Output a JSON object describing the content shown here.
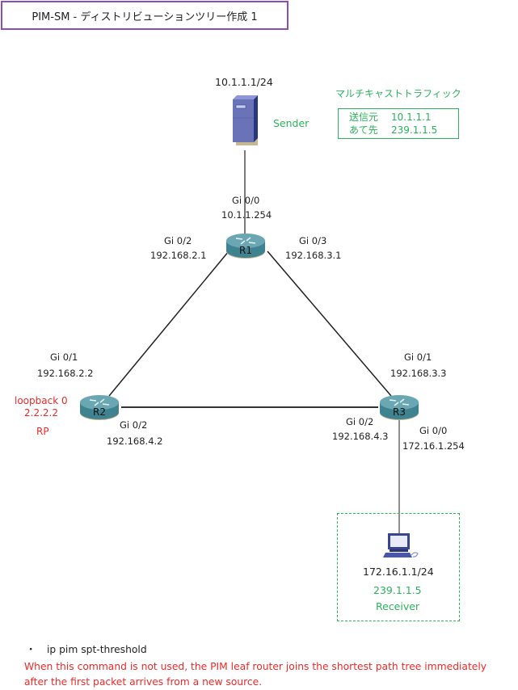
{
  "title": "PIM-SM - ディストリビューションツリー作成 1",
  "sender": {
    "ip": "10.1.1.1/24",
    "label": "Sender"
  },
  "traffic": {
    "heading": "マルチキャストトラフィック",
    "rows": [
      {
        "key": "送信元",
        "value": "10.1.1.1"
      },
      {
        "key": "あて先",
        "value": "239.1.1.5"
      }
    ]
  },
  "routers": {
    "r1": {
      "name": "R1",
      "gi00_if": "Gi 0/0",
      "gi00_ip": "10.1.1.254",
      "gi02_if": "Gi 0/2",
      "gi02_ip": "192.168.2.1",
      "gi03_if": "Gi 0/3",
      "gi03_ip": "192.168.3.1"
    },
    "r2": {
      "name": "R2",
      "gi01_if": "Gi 0/1",
      "gi01_ip": "192.168.2.2",
      "gi02_if": "Gi 0/2",
      "gi02_ip": "192.168.4.2",
      "loopback_label": "loopback 0",
      "loopback_ip": "2.2.2.2",
      "role": "RP"
    },
    "r3": {
      "name": "R3",
      "gi01_if": "Gi 0/1",
      "gi01_ip": "192.168.3.3",
      "gi02_if": "Gi 0/2",
      "gi02_ip": "192.168.4.3",
      "gi00_if": "Gi 0/0",
      "gi00_ip": "172.16.1.254"
    }
  },
  "receiver": {
    "ip": "172.16.1.1/24",
    "group": "239.1.1.5",
    "label": "Receiver"
  },
  "notes": {
    "bullet": "・",
    "command": "ip pim spt-threshold",
    "line1": "When this command is not used, the PIM leaf router joins the shortest path tree immediately",
    "line2": "after the first packet arrives from a new source."
  }
}
